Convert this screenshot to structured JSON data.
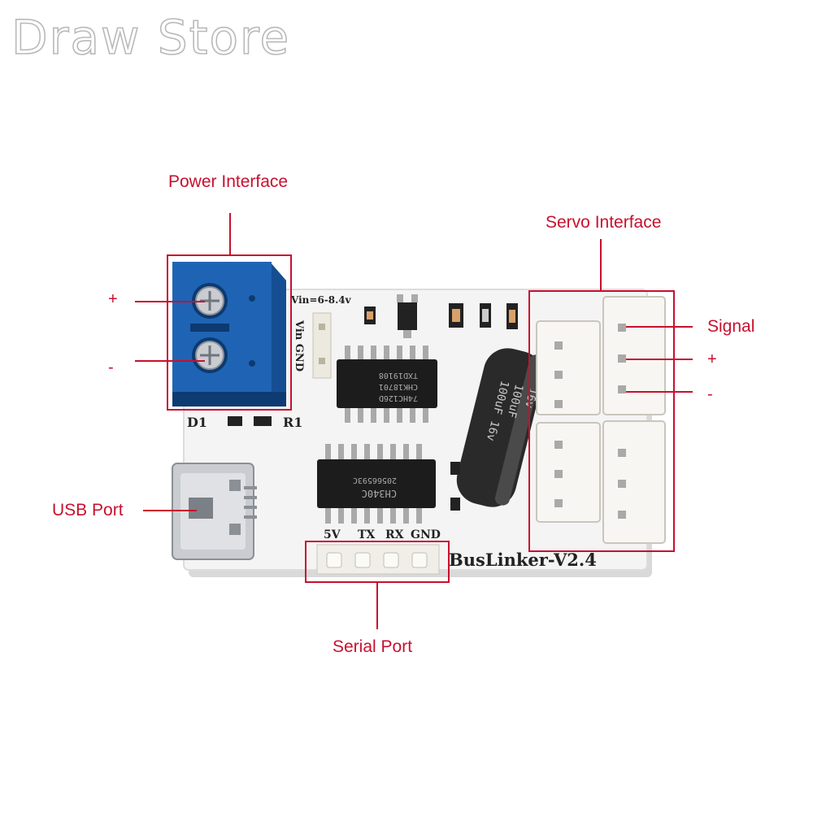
{
  "watermark": "Draw Store",
  "labels": {
    "power_interface": "Power Interface",
    "servo_interface": "Servo Interface",
    "usb_port": "USB Port",
    "serial_port": "Serial Port",
    "signal": "Signal",
    "power_plus": "+",
    "power_minus": "-",
    "servo_plus": "+",
    "servo_minus": "-"
  },
  "board": {
    "vin_range": "Vin=6-8.4v",
    "vin_pins": "Vin GND",
    "d1": "D1",
    "r1": "R1",
    "serial_pins": [
      "5V",
      "TX",
      "RX",
      "GND"
    ],
    "model": "BusLinker-V2.4",
    "ic_top": [
      "74HC126D",
      "CHK18701",
      "TXD19108"
    ],
    "ic_bottom": [
      "CH340C",
      "20566593C"
    ],
    "capacitor": [
      "16v",
      "100uF",
      "100uF 16v"
    ]
  },
  "colors": {
    "annotation": "#c8102e",
    "terminal_block": "#1f64b4",
    "pcb": "#f4f4f4"
  }
}
